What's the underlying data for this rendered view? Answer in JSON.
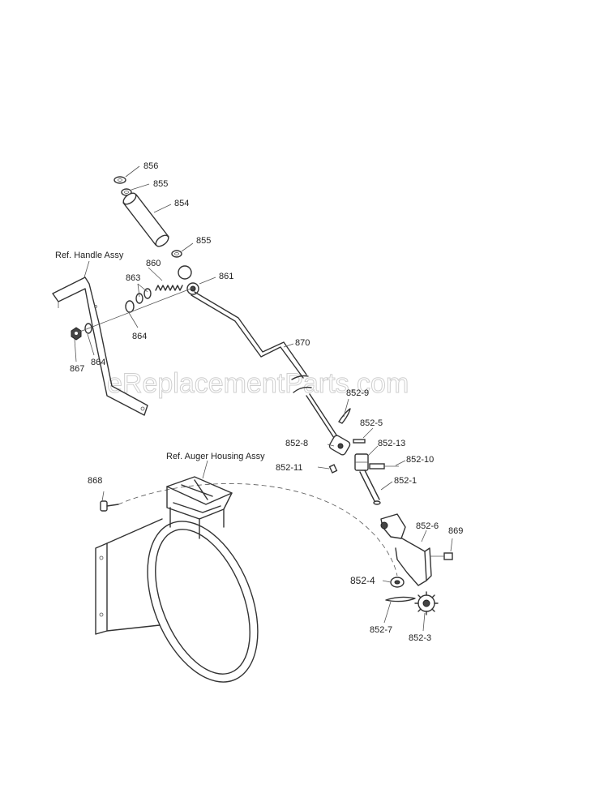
{
  "watermark": "eReplacementParts.com",
  "references": {
    "handle": "Ref. Handle Assy",
    "auger_housing": "Ref. Auger Housing Assy"
  },
  "callouts": {
    "p856": "856",
    "p855_top": "855",
    "p854": "854",
    "p855_bottom": "855",
    "p860": "860",
    "p863": "863",
    "p861": "861",
    "p864_upper": "864",
    "p864_lower": "864",
    "p867": "867",
    "p870": "870",
    "p852_9": "852-9",
    "p852_5": "852-5",
    "p852_8": "852-8",
    "p852_13": "852-13",
    "p852_10": "852-10",
    "p852_11": "852-11",
    "p852_1": "852-1",
    "p868": "868",
    "p852_6": "852-6",
    "p869": "869",
    "p852_4": "852-4",
    "p852_7": "852-7",
    "p852_3": "852-3"
  }
}
